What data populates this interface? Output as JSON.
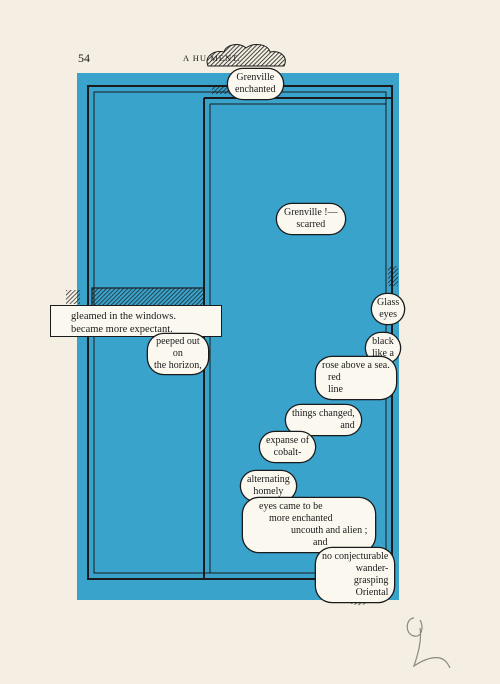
{
  "page": {
    "number": "54",
    "running_head": "A HU             MENT."
  },
  "fragments": {
    "slip": [
      "gleamed in the windows.",
      "became more expectant."
    ],
    "clouds": [
      {
        "id": "grenville-enchanted",
        "lines": [
          "Grenville",
          "enchanted"
        ]
      },
      {
        "id": "grenville-scarred",
        "lines": [
          "Grenville !—",
          "scarred"
        ]
      },
      {
        "id": "glass-eyes",
        "lines": [
          "Glass",
          "eyes"
        ]
      },
      {
        "id": "black-like-a",
        "lines": [
          "black",
          "like a"
        ]
      },
      {
        "id": "peeped-out",
        "lines": [
          "peeped out",
          "on",
          "the horizon,"
        ]
      },
      {
        "id": "rose-above",
        "lines": [
          "rose above a sea.",
          "red",
          "line"
        ]
      },
      {
        "id": "things-changed",
        "lines": [
          "things changed,",
          "and"
        ]
      },
      {
        "id": "expanse",
        "lines": [
          "expanse of",
          "cobalt-"
        ]
      },
      {
        "id": "alternating",
        "lines": [
          "alternating",
          "homely"
        ]
      },
      {
        "id": "eyes-came",
        "lines": [
          "eyes came to be",
          "more enchanted",
          "uncouth and alien ;",
          "and"
        ]
      },
      {
        "id": "no-conjecturable",
        "lines": [
          "no conjecturable",
          "wander-",
          "grasping",
          "Oriental"
        ]
      }
    ]
  },
  "colors": {
    "paper": "#f4efe2",
    "panel": "#3aa3cc",
    "ink": "#1b1b1b",
    "bubble": "#fbf8ef"
  }
}
